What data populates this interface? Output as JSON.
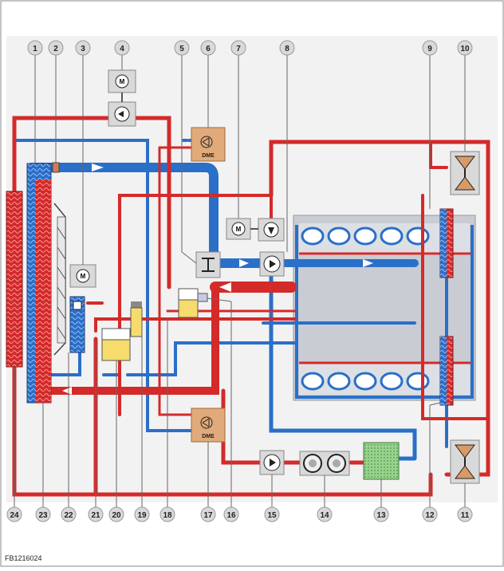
{
  "figure_id": "FB1216024",
  "callouts_top": [
    "1",
    "2",
    "3",
    "4",
    "5",
    "6",
    "7",
    "8",
    "9",
    "10"
  ],
  "callouts_bottom": [
    "24",
    "23",
    "22",
    "21",
    "20",
    "19",
    "18",
    "17",
    "16",
    "15",
    "14",
    "13",
    "12",
    "11"
  ],
  "labels": {
    "dme_upper": "DME",
    "dme_lower": "DME"
  },
  "colors": {
    "hot": "#d42a2a",
    "cold": "#2a6fc8",
    "frame": "#9a9a9a",
    "block": "#c9ccd3",
    "reservoir": "#f5dc6c",
    "dme_box": "#e0aa7a",
    "cooler": "#9bd18d",
    "background": "#f2f2f2",
    "callout": "#d9d9d9"
  },
  "icons": [
    "motor-icon",
    "pump-icon",
    "thermostat-icon",
    "valve-icon",
    "sensor-icon",
    "dme-icon"
  ]
}
